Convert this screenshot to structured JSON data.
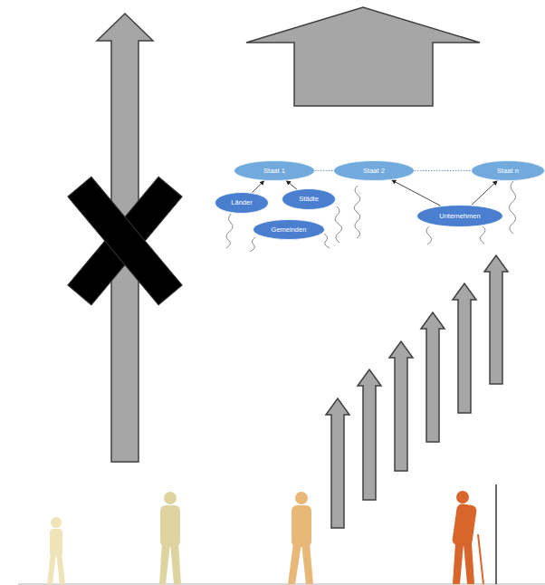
{
  "diagram": {
    "nodes": [
      {
        "text": [
          "Staat 1"
        ]
      },
      {
        "text": [
          "Staat 2"
        ]
      },
      {
        "text": [
          "Staat n"
        ]
      },
      {
        "text": [
          "Länder"
        ]
      },
      {
        "text": [
          "Städte"
        ]
      },
      {
        "text": [
          "Gemeinden"
        ]
      },
      {
        "text": [
          "Unternehmen"
        ]
      }
    ],
    "edges": [
      {
        "from": 0,
        "to": 1,
        "arrow": "none"
      },
      {
        "from": 1,
        "to": 2,
        "arrow": "none"
      },
      {
        "from": 3,
        "to": 0,
        "arrow": "to"
      },
      {
        "from": 4,
        "to": 0,
        "arrow": "to"
      },
      {
        "from": 6,
        "to": 1,
        "arrow": "to"
      },
      {
        "from": 6,
        "to": 2,
        "arrow": "to"
      }
    ]
  }
}
